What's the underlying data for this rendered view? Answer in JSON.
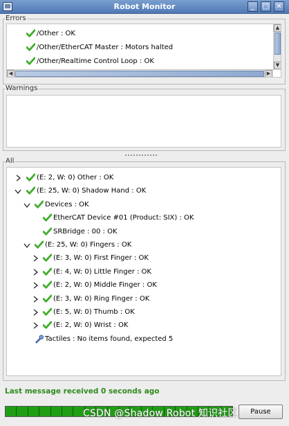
{
  "window": {
    "title": "Robot Monitor"
  },
  "errors": {
    "label": "Errors",
    "items": [
      "/Other : OK",
      "/Other/EtherCAT Master : Motors halted",
      "/Other/Realtime Control Loop : OK"
    ]
  },
  "warnings": {
    "label": "Warnings"
  },
  "all": {
    "label": "All",
    "items": [
      "(E: 2, W: 0) Other : OK",
      "(E: 25, W: 0) Shadow Hand : OK",
      "Devices : OK",
      "EtherCAT Device #01 (Product: SIX) : OK",
      "SRBridge : 00 : OK",
      "(E: 25, W: 0) Fingers : OK",
      "(E: 3, W: 0) First Finger : OK",
      "(E: 4, W: 0) Little Finger : OK",
      "(E: 2, W: 0) Middle Finger : OK",
      "(E: 3, W: 0) Ring Finger : OK",
      "(E: 5, W: 0) Thumb : OK",
      "(E: 2, W: 0) Wrist : OK",
      "Tactiles : No items found, expected 5"
    ]
  },
  "status": {
    "message": "Last message received 0 seconds ago"
  },
  "controls": {
    "pause_label": "Pause"
  },
  "watermark": {
    "text": "CSDN @Shadow Robot 知识社区"
  },
  "colors": {
    "ok_green": "#3fae2a",
    "status_green": "#2f8a1e",
    "progress_green": "#1f9e14"
  },
  "icons": {
    "ok": "checkmark-icon",
    "missing": "tool-icon"
  }
}
